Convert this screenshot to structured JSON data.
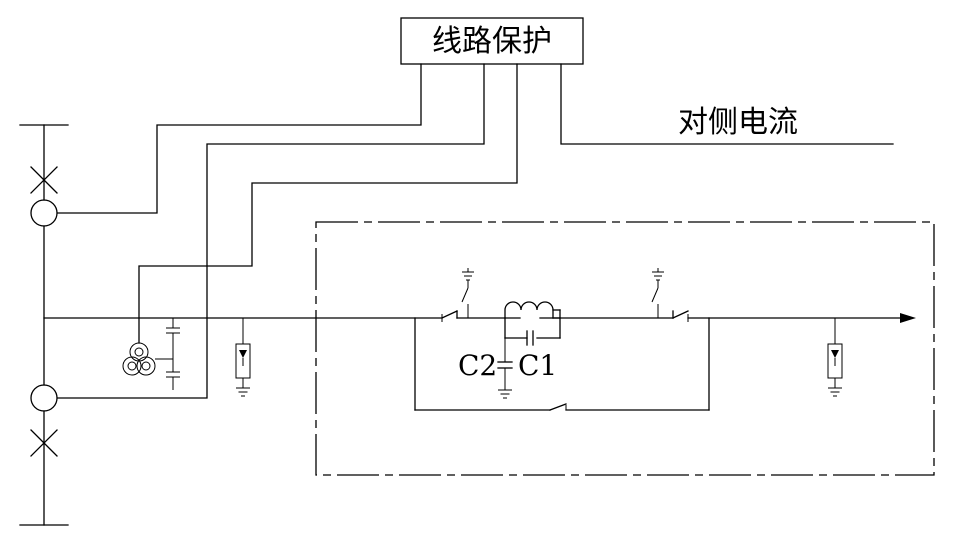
{
  "labels": {
    "protection": "线路保护",
    "remote_current": "对侧电流",
    "c1": "C1",
    "c2": "C2"
  },
  "colors": {
    "line": "#000000",
    "background": "#ffffff"
  }
}
